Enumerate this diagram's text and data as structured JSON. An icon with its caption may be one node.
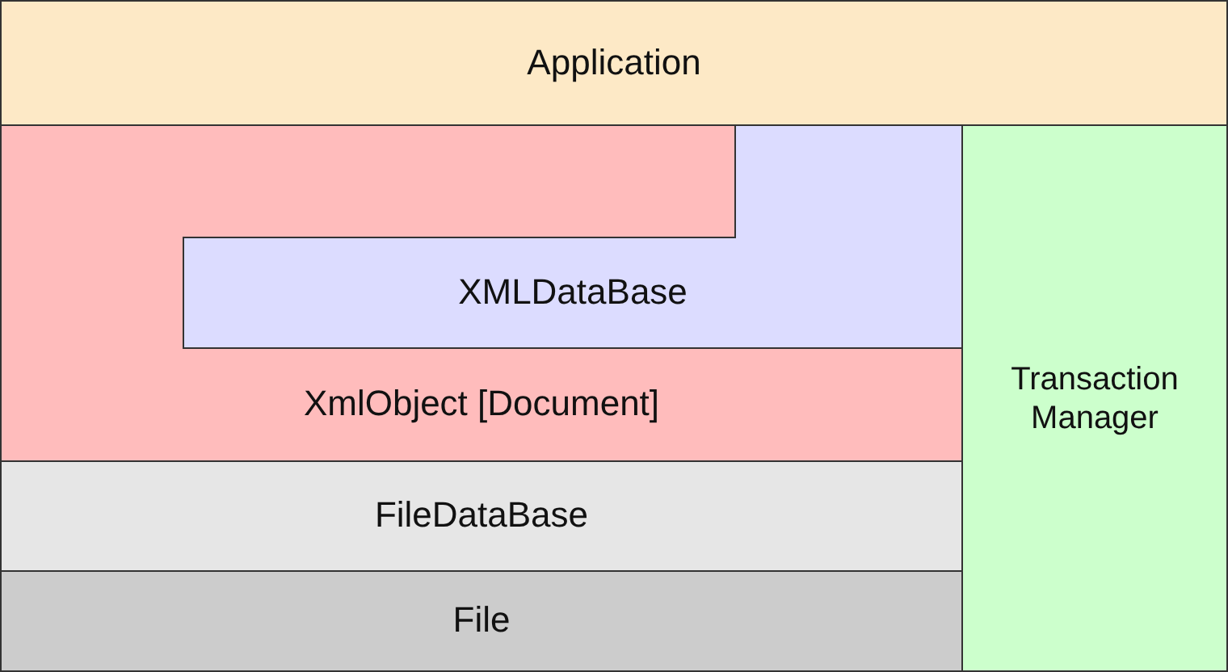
{
  "diagram": {
    "nodes": [
      {
        "text": [
          "Application"
        ]
      },
      {
        "text": [
          "XmlObject [Document]"
        ]
      },
      {
        "text": [
          "XMLDataBase"
        ],
        "in": 1
      },
      {
        "text": [
          "FileDataBase"
        ]
      },
      {
        "text": [
          "File"
        ]
      },
      {
        "text": [
          "Transaction Manager"
        ]
      }
    ]
  }
}
